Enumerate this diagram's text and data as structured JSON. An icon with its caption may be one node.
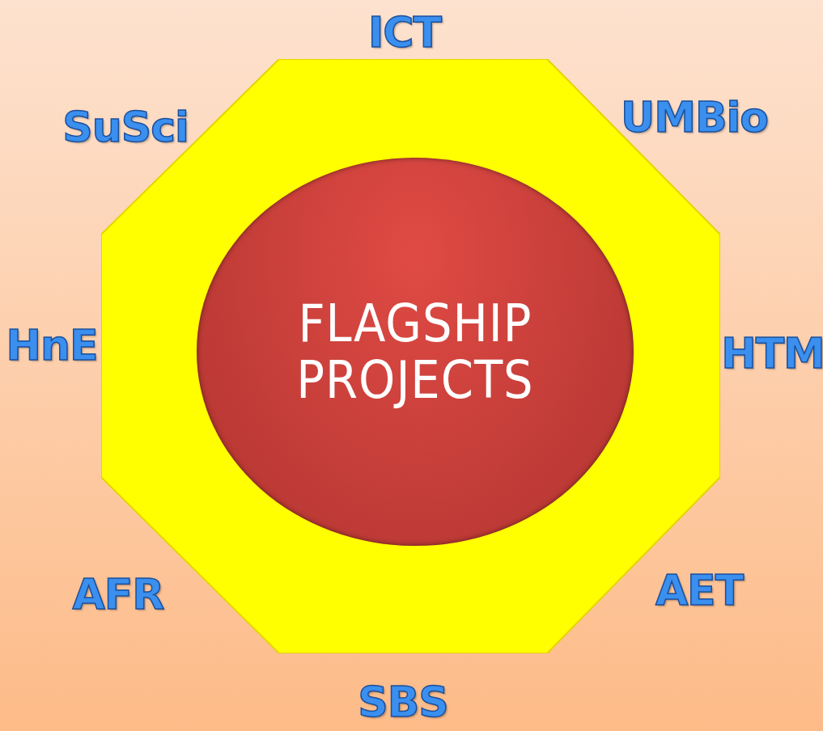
{
  "diagram": {
    "nodes": [
      {
        "text": [],
        "shape": "octagon"
      },
      {
        "text": [
          "FLAGSHIP PROJECTS"
        ],
        "in": 0
      }
    ],
    "labels": [
      "ICT",
      "SuSci",
      "UMBio",
      "HnE",
      "HTM",
      "AFR",
      "AET",
      "SBS"
    ]
  }
}
